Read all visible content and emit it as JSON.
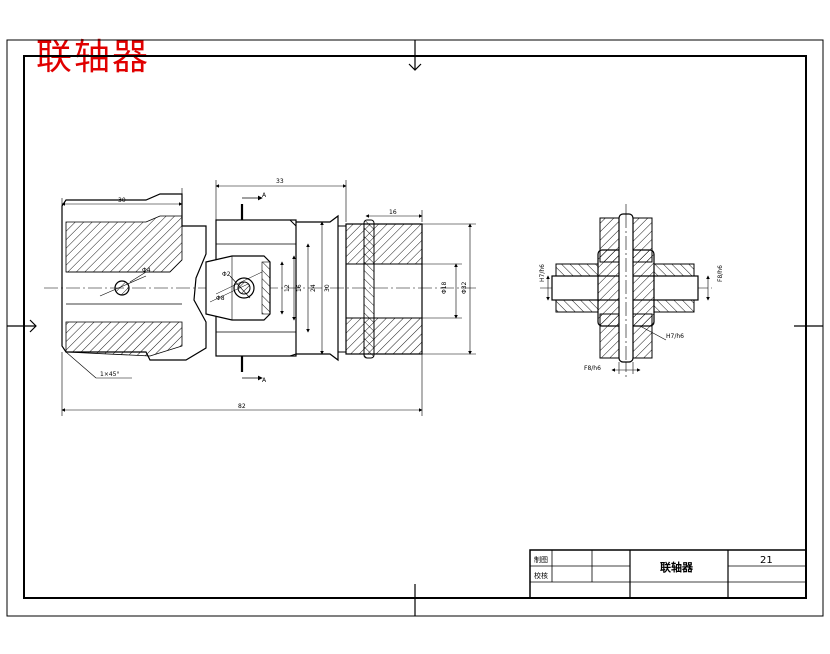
{
  "drawing": {
    "title": "联轴器",
    "title_color": "#e00000",
    "line_color": "#000000",
    "hatch_color": "#000000"
  },
  "dimensions": {
    "left_length": "30",
    "mid_length": "33",
    "right_length": "16",
    "overall_length": "82",
    "chamfer": "1×45°",
    "section_mark": "A",
    "dia_small_hole": "Φ4",
    "dia_pin_a": "Φ2",
    "dia_pin_b": "Φ8",
    "d_a": "12",
    "d_b": "16",
    "d_c": "24",
    "d_d": "30",
    "d_e": "Φ18",
    "d_f": "Φ32"
  },
  "fits": {
    "left_fit": "H7/h6",
    "right_fit": "F8/h6",
    "center_fit": "H7/h6",
    "bottom_fit": "F8/h6"
  },
  "title_block": {
    "row1_label": "制图",
    "row2_label": "校核",
    "part_name": "联轴器",
    "sheet_number": "21"
  }
}
